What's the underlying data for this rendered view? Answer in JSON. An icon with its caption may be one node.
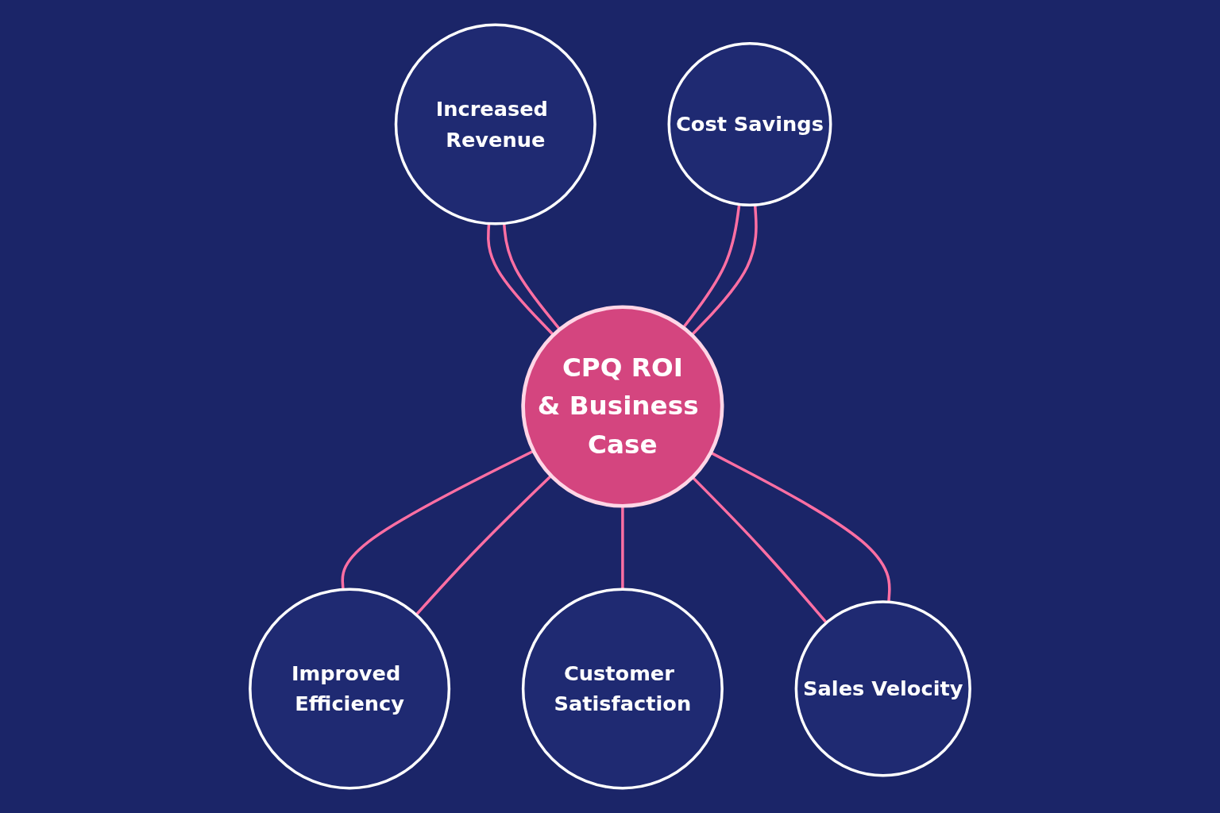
{
  "diagram": {
    "nodes": [
      {
        "text": [
          "Increased Revenue"
        ]
      },
      {
        "text": [
          "Cost Savings"
        ]
      },
      {
        "text": [
          "CPQ ROI",
          "& Business Case"
        ]
      },
      {
        "text": [
          "Improved Efficiency"
        ]
      },
      {
        "text": [
          "Customer Satisfaction"
        ]
      },
      {
        "text": [
          "Sales Velocity"
        ]
      }
    ],
    "edges": [
      {
        "from": 0,
        "to": 2,
        "arrow": "none"
      },
      {
        "from": 0,
        "to": 2,
        "arrow": "none"
      },
      {
        "from": 1,
        "to": 2,
        "arrow": "none"
      },
      {
        "from": 1,
        "to": 2,
        "arrow": "none"
      },
      {
        "from": 2,
        "to": 3,
        "arrow": "none"
      },
      {
        "from": 2,
        "to": 3,
        "arrow": "none"
      },
      {
        "from": 2,
        "to": 4,
        "arrow": "none"
      },
      {
        "from": 2,
        "to": 5,
        "arrow": "none"
      },
      {
        "from": 2,
        "to": 5,
        "arrow": "none"
      }
    ]
  }
}
